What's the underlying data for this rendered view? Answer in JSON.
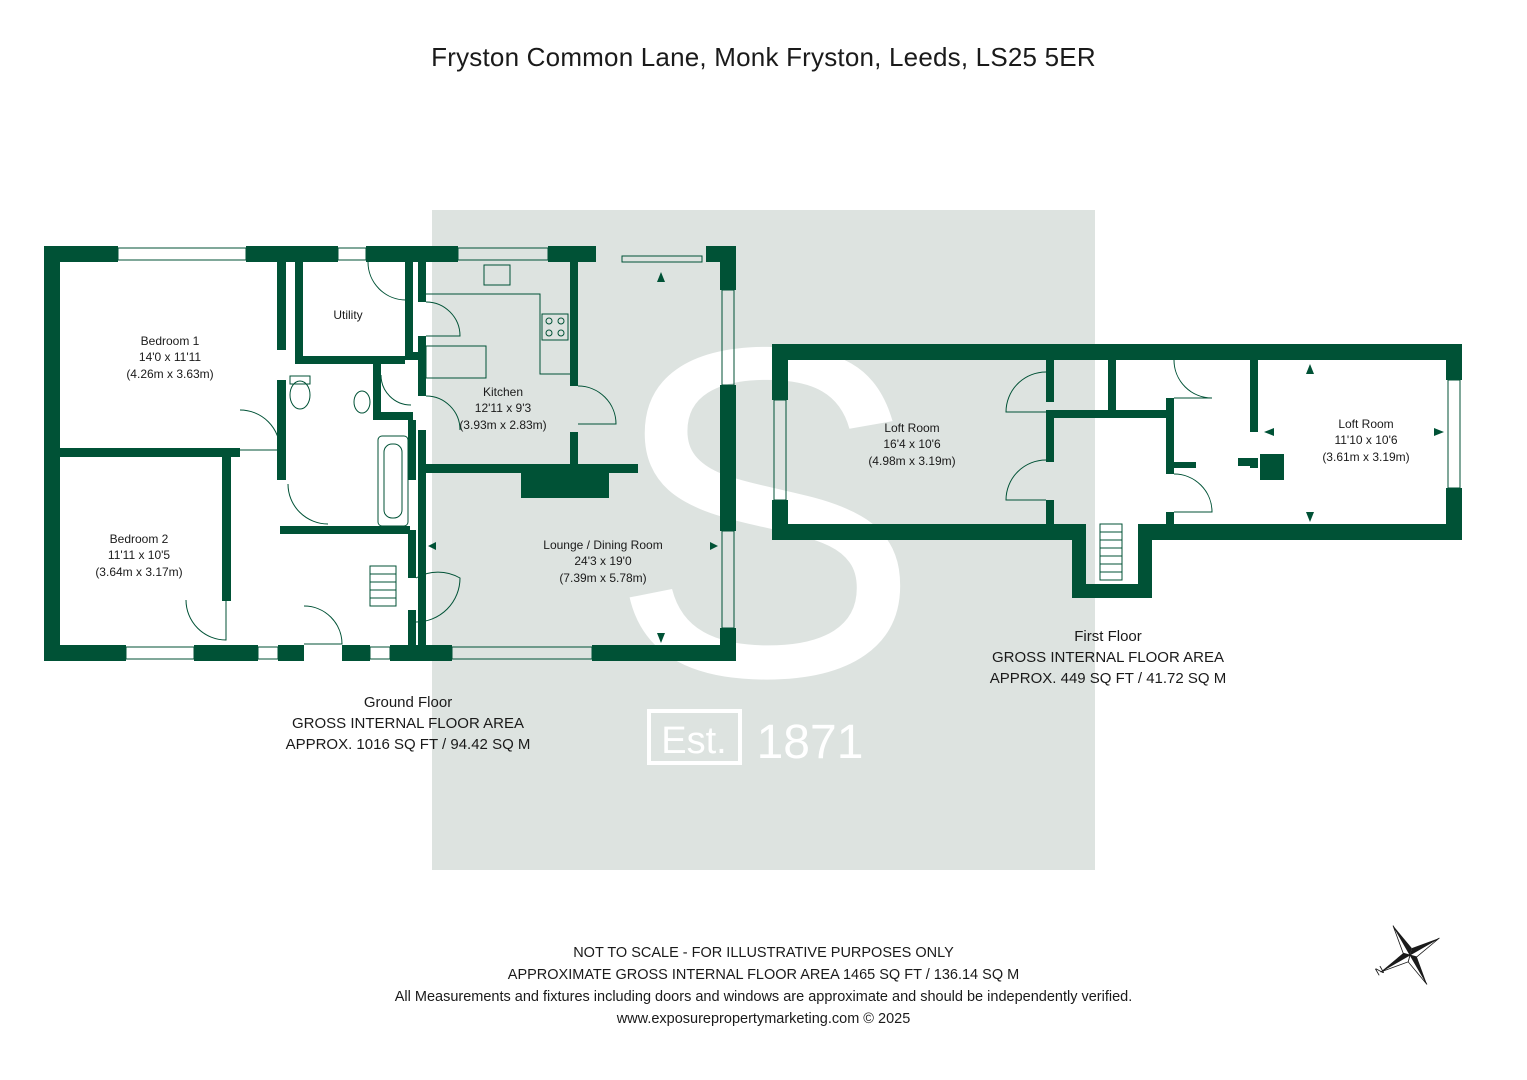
{
  "title": "Fryston Common Lane, Monk Fryston, Leeds, LS25 5ER",
  "colors": {
    "wall": "#005236",
    "watermark_bg": "#dde3e0",
    "watermark_fg": "#ffffff"
  },
  "watermark": {
    "logo_letter": "S",
    "est_label": "Est.",
    "year": "1871"
  },
  "ground_floor": {
    "name": "Ground Floor",
    "area_label": "GROSS INTERNAL FLOOR AREA",
    "area_value": "APPROX. 1016 SQ FT / 94.42 SQ M",
    "rooms": [
      {
        "name": "Bedroom 1",
        "imperial": "14'0 x 11'11",
        "metric": "(4.26m x 3.63m)"
      },
      {
        "name": "Bedroom 2",
        "imperial": "11'11 x 10'5",
        "metric": "(3.64m x 3.17m)"
      },
      {
        "name": "Utility"
      },
      {
        "name": "Kitchen",
        "imperial": "12'11 x 9'3",
        "metric": "(3.93m x 2.83m)"
      },
      {
        "name": "Lounge / Dining Room",
        "imperial": "24'3 x 19'0",
        "metric": "(7.39m x 5.78m)"
      }
    ]
  },
  "first_floor": {
    "name": "First Floor",
    "area_label": "GROSS INTERNAL FLOOR AREA",
    "area_value": "APPROX. 449 SQ FT / 41.72 SQ M",
    "rooms": [
      {
        "name": "Loft Room",
        "imperial": "16'4 x 10'6",
        "metric": "(4.98m x 3.19m)"
      },
      {
        "name": "Loft Room",
        "imperial": "11'10 x 10'6",
        "metric": "(3.61m x 3.19m)"
      }
    ]
  },
  "footer": {
    "line1": "NOT TO SCALE - FOR ILLUSTRATIVE PURPOSES ONLY",
    "line2": "APPROXIMATE GROSS INTERNAL FLOOR AREA 1465 SQ FT / 136.14 SQ M",
    "line3": "All Measurements and fixtures including doors and windows are approximate and should be independently verified.",
    "line4": "www.exposurepropertymarketing.com © 2025"
  },
  "compass": {
    "label": "N",
    "icon": "compass-star-icon"
  }
}
